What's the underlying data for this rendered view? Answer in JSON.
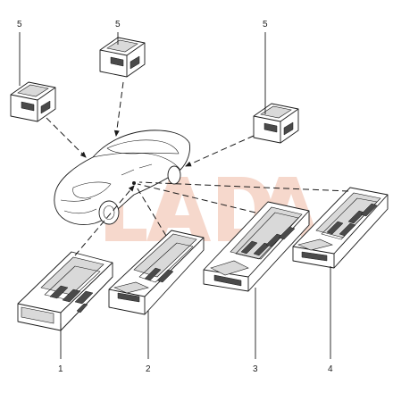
{
  "diagram": {
    "callouts": {
      "part_1": "1",
      "part_2": "2",
      "part_3": "3",
      "part_4": "4",
      "part_5a": "5",
      "part_5b": "5",
      "part_5c": "5"
    },
    "watermark_text": "LADA",
    "colors": {
      "line": "#1a1a1a",
      "watermark": "#f2c7b6",
      "shade": "#d9d9d9"
    }
  }
}
